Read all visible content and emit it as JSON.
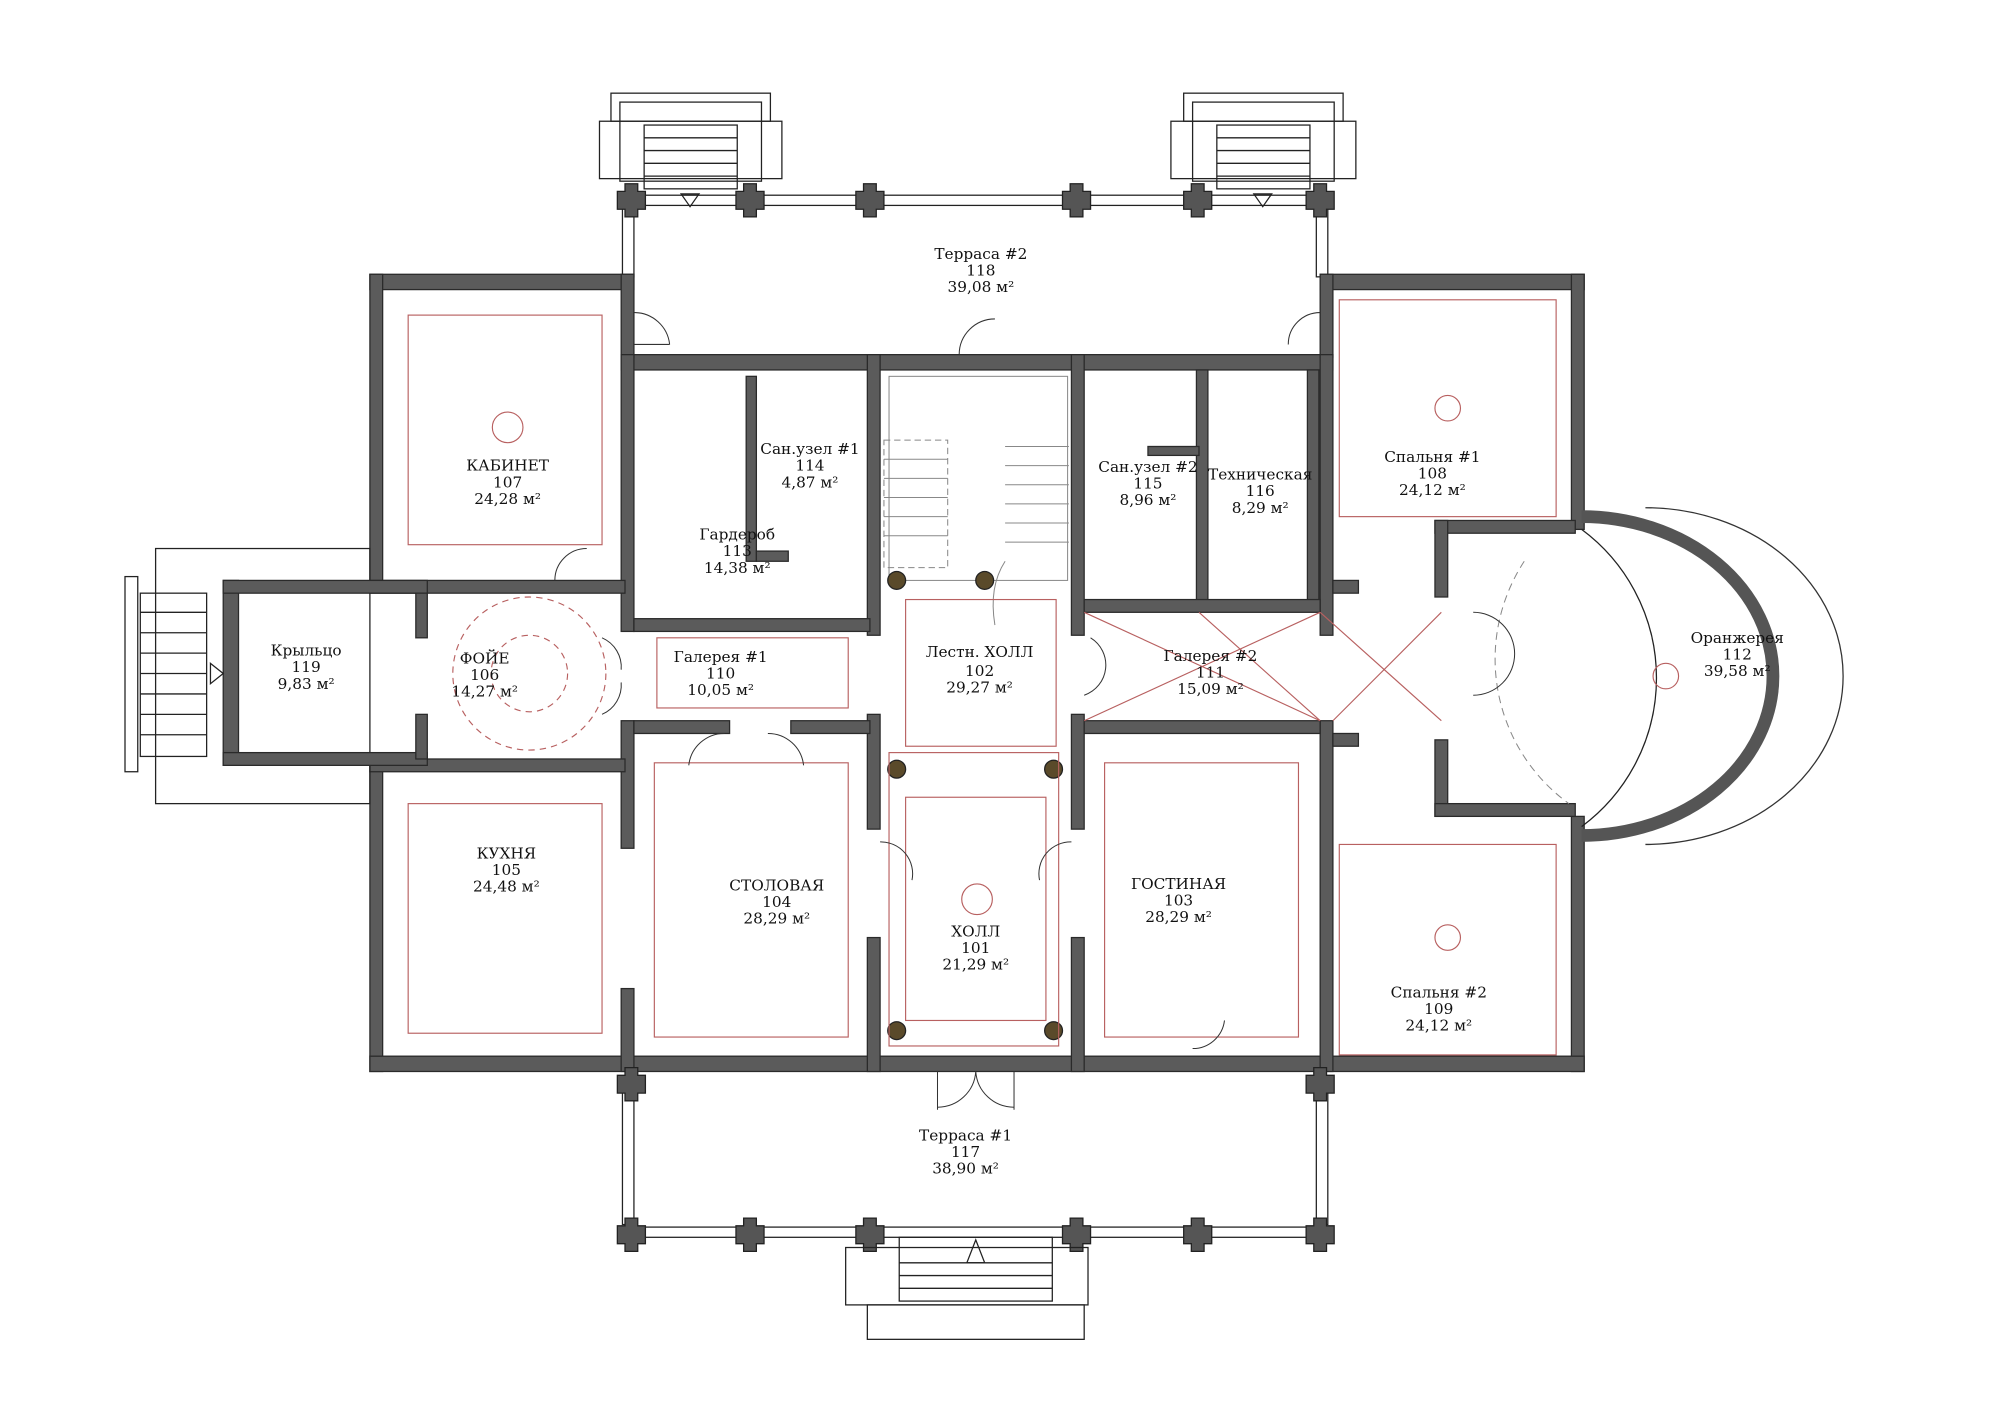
{
  "rooms": [
    {
      "name": "Терраса #2",
      "number": "118",
      "area": "39,08 м²"
    },
    {
      "name": "КАБИНЕТ",
      "number": "107",
      "area": "24,28 м²"
    },
    {
      "name": "Сан.узел #1",
      "number": "114",
      "area": "4,87 м²"
    },
    {
      "name": "Гардероб",
      "number": "113",
      "area": "14,38 м²"
    },
    {
      "name": "Сан.узел #2",
      "number": "115",
      "area": "8,96 м²"
    },
    {
      "name": "Техническая",
      "number": "116",
      "area": "8,29 м²"
    },
    {
      "name": "Спальня #1",
      "number": "108",
      "area": "24,12 м²"
    },
    {
      "name": "Крыльцо",
      "number": "119",
      "area": "9,83 м²"
    },
    {
      "name": "ФОЙЕ",
      "number": "106",
      "area": "14,27 м²"
    },
    {
      "name": "Галерея #1",
      "number": "110",
      "area": "10,05 м²"
    },
    {
      "name": "Лестн. ХОЛЛ",
      "number": "102",
      "area": "29,27 м²"
    },
    {
      "name": "Галерея #2",
      "number": "111",
      "area": "15,09 м²"
    },
    {
      "name": "Оранжерея",
      "number": "112",
      "area": "39,58 м²"
    },
    {
      "name": "КУХНЯ",
      "number": "105",
      "area": "24,48 м²"
    },
    {
      "name": "СТОЛОВАЯ",
      "number": "104",
      "area": "28,29 м²"
    },
    {
      "name": "ХОЛЛ",
      "number": "101",
      "area": "21,29 м²"
    },
    {
      "name": "ГОСТИНАЯ",
      "number": "103",
      "area": "28,29 м²"
    },
    {
      "name": "Спальня #2",
      "number": "109",
      "area": "24,12 м²"
    },
    {
      "name": "Терраса #1",
      "number": "117",
      "area": "38,90 м²"
    }
  ],
  "colors": {
    "wall": "#5b5b5b",
    "ceiling": "#b86060",
    "column_wood": "#5a4a2a"
  }
}
